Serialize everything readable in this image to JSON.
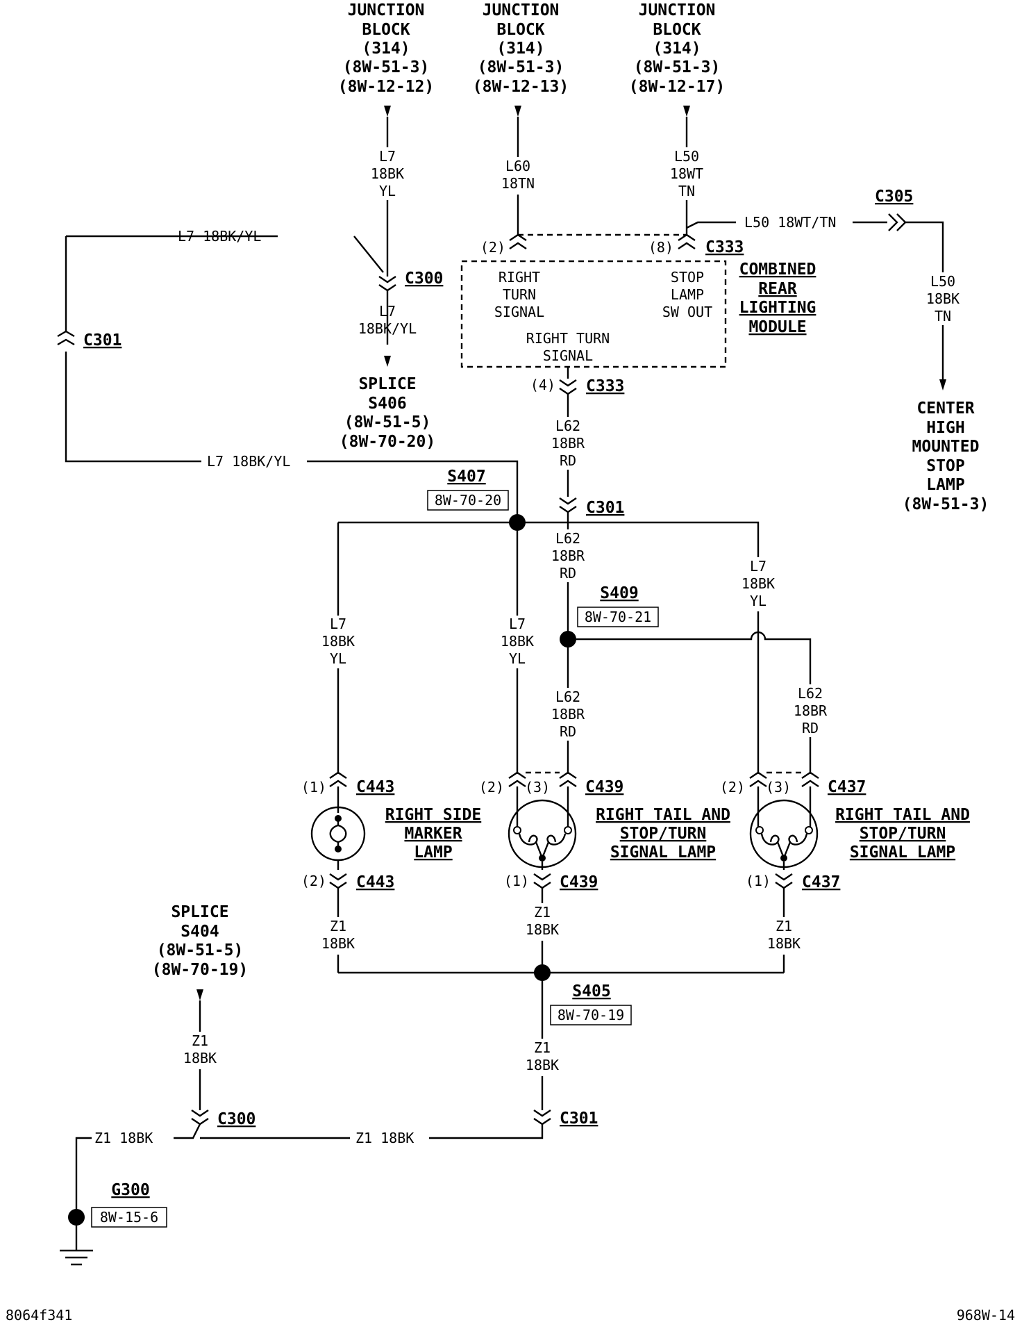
{
  "sources": [
    {
      "lines": [
        "JUNCTION",
        "BLOCK",
        "(314)",
        "(8W-51-3)",
        "(8W-12-12)"
      ]
    },
    {
      "lines": [
        "JUNCTION",
        "BLOCK",
        "(314)",
        "(8W-51-3)",
        "(8W-12-13)"
      ]
    },
    {
      "lines": [
        "JUNCTION",
        "BLOCK",
        "(314)",
        "(8W-51-3)",
        "(8W-12-17)"
      ]
    }
  ],
  "destinations": {
    "splice_s406": [
      "SPLICE",
      "S406",
      "(8W-51-5)",
      "(8W-70-20)"
    ],
    "chmsl": [
      "CENTER",
      "HIGH",
      "MOUNTED",
      "STOP",
      "LAMP",
      "(8W-51-3)"
    ],
    "splice_s404": [
      "SPLICE",
      "S404",
      "(8W-51-5)",
      "(8W-70-19)"
    ]
  },
  "module": {
    "title": [
      "COMBINED",
      "REAR",
      "LIGHTING",
      "MODULE"
    ],
    "pin_left": [
      "RIGHT",
      "TURN",
      "SIGNAL"
    ],
    "pin_right": [
      "STOP",
      "LAMP",
      "SW OUT"
    ],
    "pin_bottom": [
      "RIGHT TURN",
      "SIGNAL"
    ]
  },
  "connectors": {
    "c300": "C300",
    "c301": "C301",
    "c305": "C305",
    "c333": "C333",
    "c443": "C443",
    "c439": "C439",
    "c437": "C437"
  },
  "pins": {
    "p1": "(1)",
    "p2": "(2)",
    "p3": "(3)",
    "p4": "(4)",
    "p8": "(8)"
  },
  "wires": {
    "l7_stack": [
      "L7",
      "18BK",
      "YL"
    ],
    "l7_inline": "L7 18BK/YL",
    "l7_two": [
      "L7",
      "18BK/YL"
    ],
    "l60": [
      "L60",
      "18TN"
    ],
    "l50_stack": [
      "L50",
      "18WT",
      "TN"
    ],
    "l50_inline": "L50 18WT/TN",
    "l50_tn": [
      "L50",
      "18BK",
      "TN"
    ],
    "l62": [
      "L62",
      "18BR",
      "RD"
    ],
    "z1_stack": [
      "Z1",
      "18BK"
    ],
    "z1_inline": "Z1 18BK"
  },
  "splices": {
    "s407": {
      "name": "S407",
      "ref": "8W-70-20"
    },
    "s409": {
      "name": "S409",
      "ref": "8W-70-21"
    },
    "s405": {
      "name": "S405",
      "ref": "8W-70-19"
    }
  },
  "ground": {
    "name": "G300",
    "ref": "8W-15-6"
  },
  "lamps": {
    "side_marker": [
      "RIGHT SIDE",
      "MARKER",
      "LAMP"
    ],
    "tail_stop": [
      "RIGHT TAIL AND",
      "STOP/TURN",
      "SIGNAL LAMP"
    ]
  },
  "footer": {
    "left": "8064f341",
    "right": "968W-14"
  }
}
